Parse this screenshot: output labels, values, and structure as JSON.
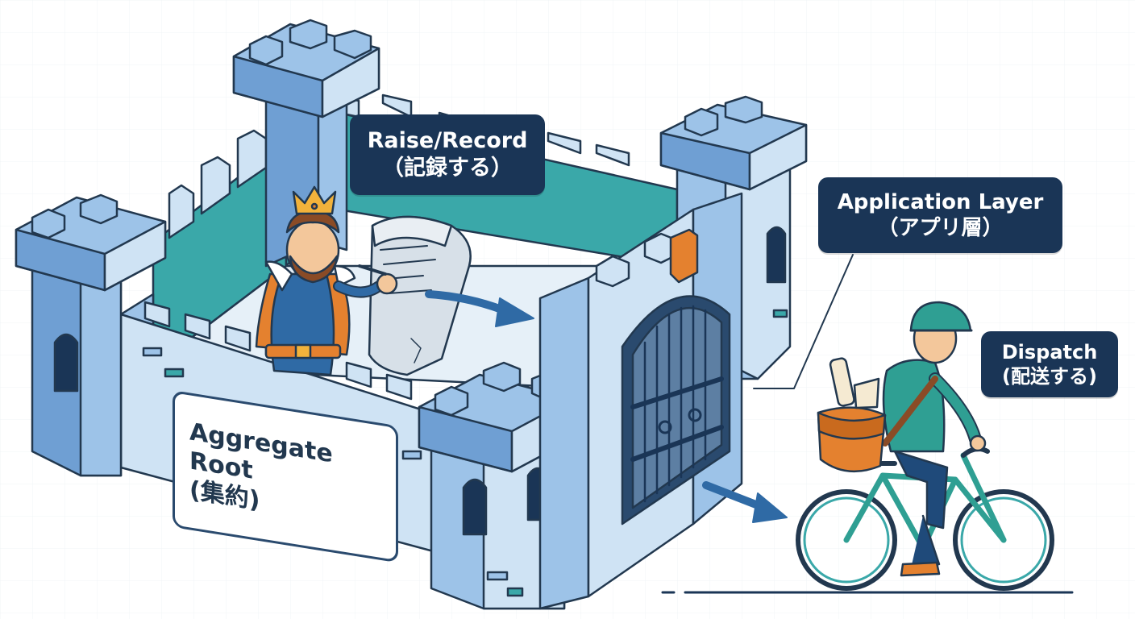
{
  "labels": {
    "raise_en": "Raise/Record",
    "raise_ja": "（記録する）",
    "app_en": "Application Layer",
    "app_ja": "（アプリ層）",
    "dispatch_en": "Dispatch",
    "dispatch_ja": "(配送する)",
    "aggregate_en": "Aggregate Root",
    "aggregate_ja": "(集約)"
  },
  "colors": {
    "castle_light": "#cfe3f4",
    "castle_mid": "#9dc3e8",
    "castle_dark": "#6f9fd3",
    "courtyard_teal": "#3aa8a9",
    "outline": "#22384f",
    "label_bg": "#1a3556",
    "accent_orange": "#e4812f",
    "king_blue": "#2f6aa5",
    "courier_green": "#2f9f93"
  },
  "icons": [
    "castle-icon",
    "king-icon",
    "crown-icon",
    "stone-tablet-icon",
    "gate-icon",
    "courier-icon",
    "bicycle-icon",
    "arrow-icon"
  ]
}
